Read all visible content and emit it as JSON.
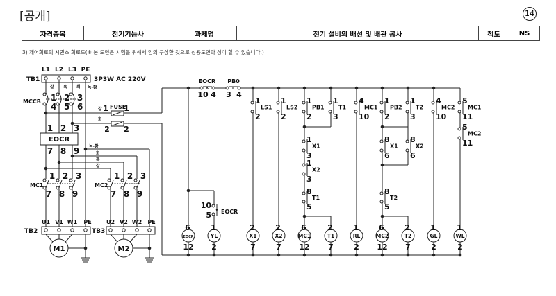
{
  "header": {
    "tag": "[공개]",
    "page_number": "14"
  },
  "info_table": [
    "자격종목",
    "전기기능사",
    "과제명",
    "전기 설비의 배선 및 배관 공사",
    "척도",
    "NS"
  ],
  "note": "3) 제어회로의 시퀀스 회로도(※ 본 도면은 시험을 위해서 임의 구성한 것으로 상용도면과 상이 할 수 있습니다.)",
  "power": {
    "tb1": "TB1",
    "phases": [
      "L1",
      "L2",
      "L3",
      "PE"
    ],
    "supply": "3P3W AC 220V",
    "wire_colors": {
      "brown": "갈",
      "black": "흑",
      "gray": "회",
      "green_yellow": "녹-황"
    },
    "mccb": "MCCB",
    "mccb_top": [
      "1",
      "2",
      "3"
    ],
    "mccb_bottom": [
      "4",
      "5",
      "6"
    ],
    "fuse": "FUSE",
    "fuse1": [
      "1",
      "1"
    ],
    "fuse2": [
      "2",
      "2"
    ],
    "eocr": "EOCR",
    "eocr_in": [
      "1",
      "2",
      "3"
    ],
    "eocr_out": [
      "7",
      "8",
      "9"
    ],
    "mc1": "MC1",
    "mc2": "MC2",
    "mc_in": [
      "1",
      "2",
      "3"
    ],
    "mc_out": [
      "7",
      "8",
      "9"
    ],
    "tb2": "TB2",
    "tb3": "TB3",
    "tb2_terms": [
      "U1",
      "V1",
      "W1",
      "PE"
    ],
    "tb3_terms": [
      "U2",
      "V2",
      "W2",
      "PE"
    ],
    "m1": "M1",
    "m2": "M2"
  },
  "control": {
    "series_contacts": [
      {
        "label": "EOCR",
        "left": "10",
        "right": "4"
      },
      {
        "label": "PB0",
        "left": "3",
        "right": "4"
      }
    ],
    "contacts": [
      {
        "label": "LS1",
        "top": "1",
        "bottom": "2"
      },
      {
        "label": "LS2",
        "top": "1",
        "bottom": "2"
      },
      {
        "label": "PB1",
        "top": "1",
        "bottom": "2"
      },
      {
        "label": "T1",
        "top": "1",
        "bottom": "3"
      },
      {
        "label": "MC1",
        "top": "4",
        "bottom": "10"
      },
      {
        "label": "PB2",
        "top": "1",
        "bottom": "2"
      },
      {
        "label": "T2",
        "top": "1",
        "bottom": "3"
      },
      {
        "label": "MC2",
        "top": "4",
        "bottom": "10"
      },
      {
        "label": "MC1",
        "top": "5",
        "bottom": "11"
      },
      {
        "label": "MC2",
        "top": "5",
        "bottom": "11"
      },
      {
        "label": "X1",
        "top": "1",
        "bottom": "3"
      },
      {
        "label": "X2",
        "top": "1",
        "bottom": "3"
      },
      {
        "label": "T1",
        "top": "8",
        "bottom": "5"
      },
      {
        "label": "X1",
        "top": "8",
        "bottom": "6"
      },
      {
        "label": "X2",
        "top": "8",
        "bottom": "6"
      },
      {
        "label": "T2",
        "top": "8",
        "bottom": "5"
      },
      {
        "label": "EOCR",
        "top": "10",
        "bottom": "5"
      }
    ],
    "coils": [
      {
        "name": "EOCR",
        "top": "6",
        "bottom": "12"
      },
      {
        "name": "YL",
        "top": "1",
        "bottom": "2"
      },
      {
        "name": "X1",
        "top": "2",
        "bottom": "7"
      },
      {
        "name": "X2",
        "top": "2",
        "bottom": "7"
      },
      {
        "name": "MC1",
        "top": "6",
        "bottom": "12"
      },
      {
        "name": "T1",
        "top": "2",
        "bottom": "7"
      },
      {
        "name": "RL",
        "top": "1",
        "bottom": "2"
      },
      {
        "name": "MC2",
        "top": "6",
        "bottom": "12"
      },
      {
        "name": "T2",
        "top": "2",
        "bottom": "7"
      },
      {
        "name": "GL",
        "top": "1",
        "bottom": "2"
      },
      {
        "name": "WL",
        "top": "1",
        "bottom": "2"
      }
    ]
  }
}
